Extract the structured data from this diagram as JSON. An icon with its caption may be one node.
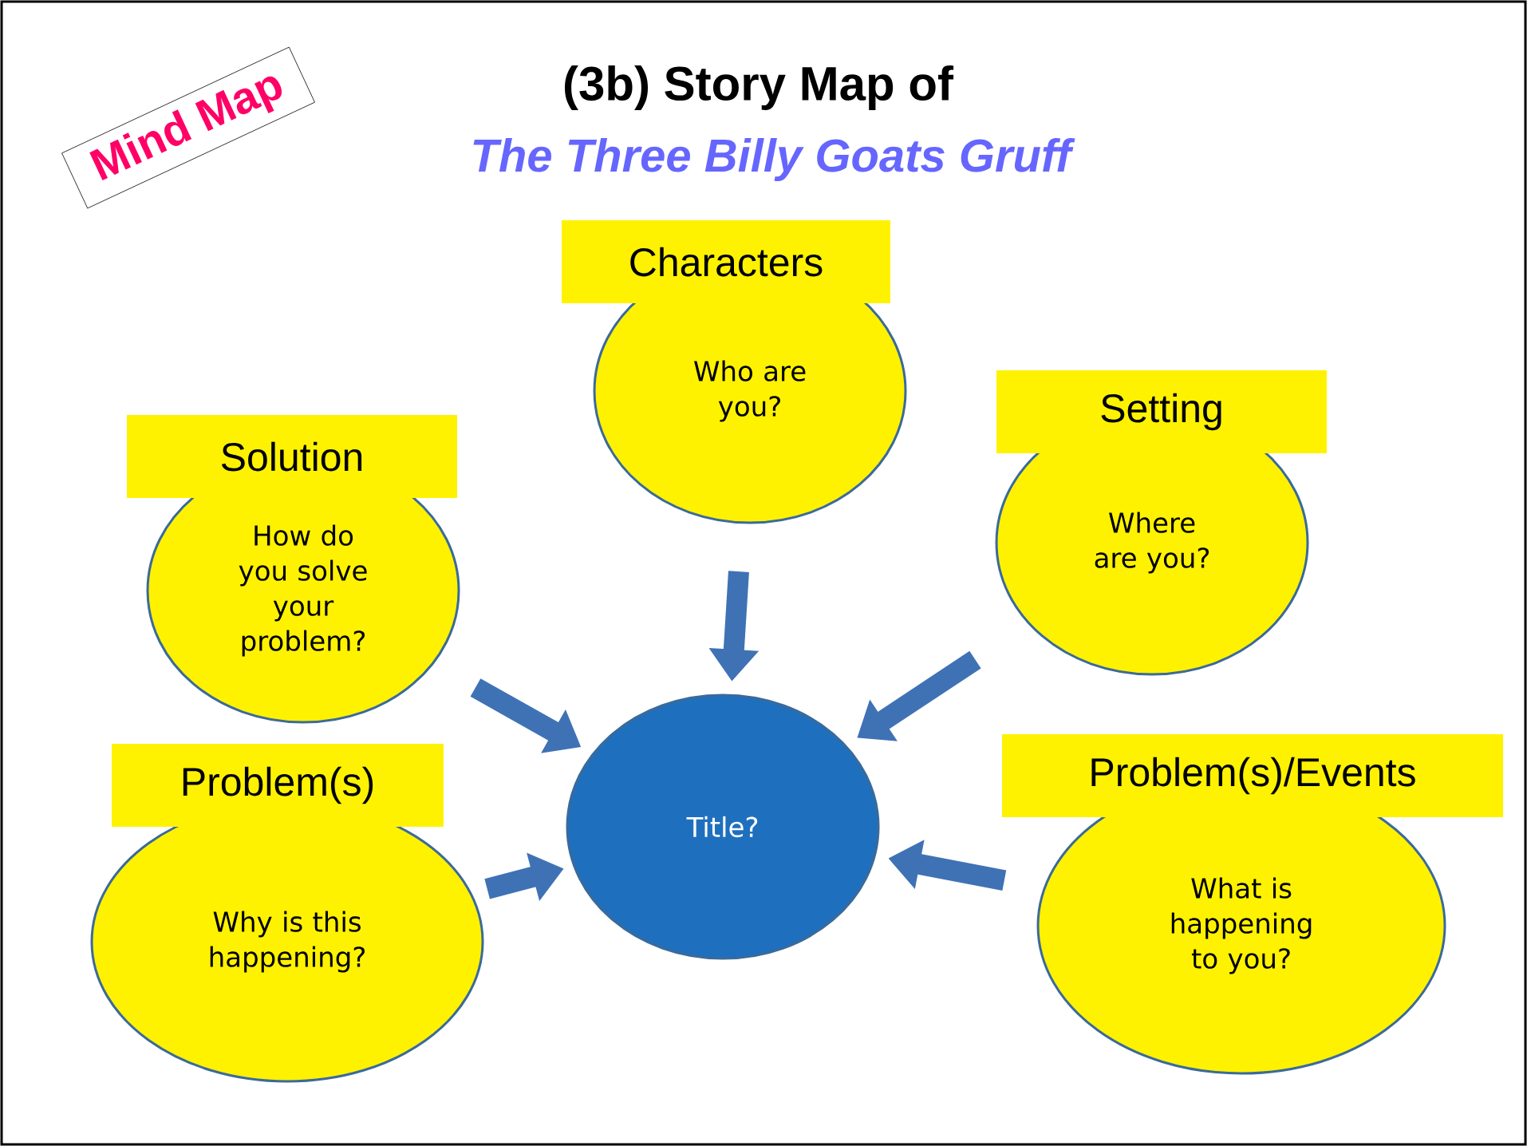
{
  "diagram": {
    "title": "(3b) Story Map of",
    "nodes": [
      {
        "text": [
          "Mind Map"
        ]
      },
      {
        "text": [
          "Characters",
          "Who are you?"
        ]
      },
      {
        "text": [
          "Setting",
          "Where are you?"
        ]
      },
      {
        "text": [
          "Solution",
          "How do you solve your problem?"
        ]
      },
      {
        "text": [
          "Title?"
        ]
      },
      {
        "text": [
          "Problem(s)",
          "Why is this happening?"
        ]
      },
      {
        "text": [
          "Problem(s)/Events",
          "What is happening to you?"
        ]
      }
    ],
    "edges": [
      {
        "from": 1,
        "to": 4,
        "arrow": "to"
      },
      {
        "from": 2,
        "to": 4,
        "arrow": "to"
      },
      {
        "from": 3,
        "to": 4,
        "arrow": "to"
      },
      {
        "from": 5,
        "to": 4,
        "arrow": "to"
      },
      {
        "from": 6,
        "to": 4,
        "arrow": "to"
      }
    ],
    "labels": [
      "The Three Billy Goats Gruff"
    ]
  }
}
